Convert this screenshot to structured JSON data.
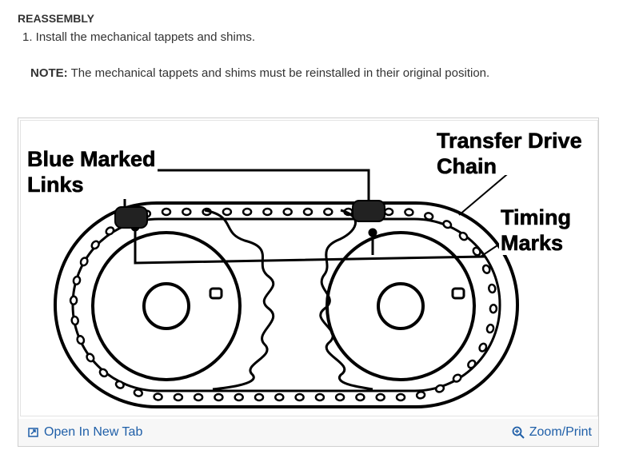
{
  "section": {
    "heading": "REASSEMBLY"
  },
  "steps": [
    {
      "text": "1. Install the mechanical tappets and shims."
    }
  ],
  "note": {
    "label": "NOTE:",
    "text": " The mechanical tappets and shims must be reinstalled in their original position."
  },
  "figure": {
    "labels": {
      "blue_marked_line1": "Blue Marked",
      "blue_marked_line2": "Links",
      "transfer_line1": "Transfer Drive",
      "transfer_line2": "Chain",
      "timing_line1": "Timing",
      "timing_line2": "Marks"
    },
    "toolbar": {
      "open_label": "Open In New Tab",
      "zoom_label": "Zoom/Print",
      "open_icon": "open-in-new-tab-icon",
      "zoom_icon": "magnifier-icon",
      "link_color": "#1f5fa8"
    }
  }
}
